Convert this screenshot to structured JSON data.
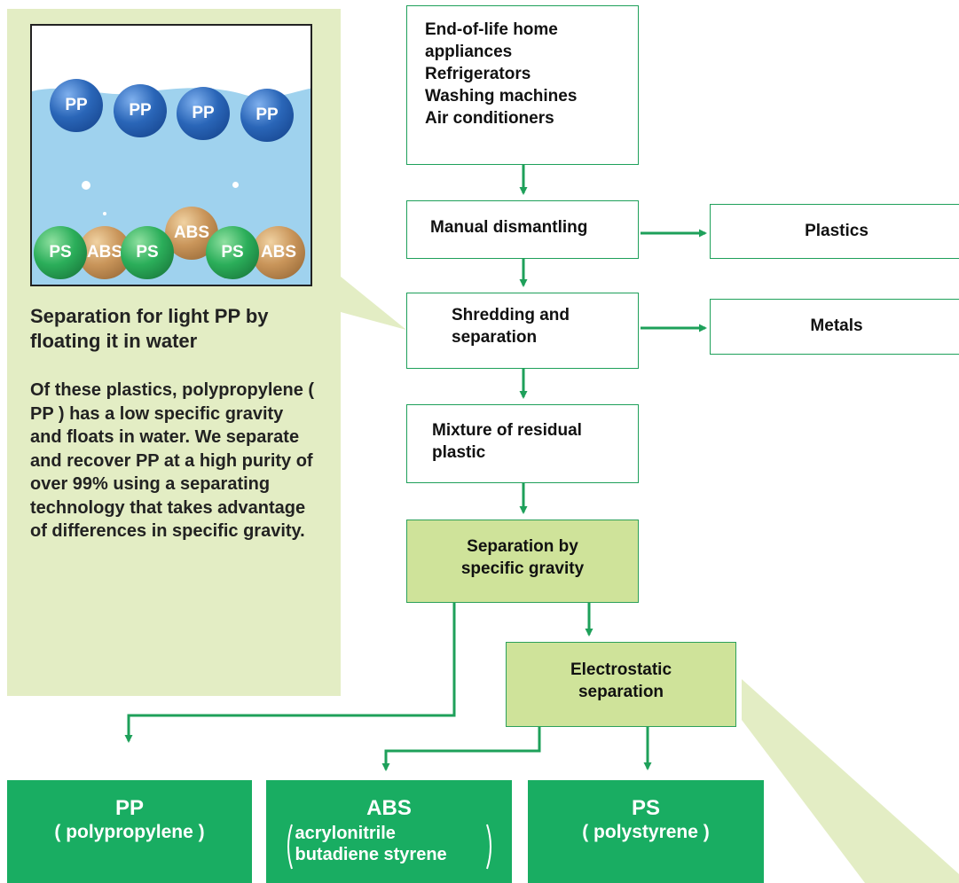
{
  "illustration": {
    "pp_label": "PP",
    "ps_label": "PS",
    "abs_label": "ABS"
  },
  "side_panel": {
    "caption": "Separation for light PP by floating it in water",
    "body": "Of these plastics, polypropylene ( PP ) has a low specific gravity and floats in water. We separate and recover PP at a high purity of over 99% using a separating technology that takes advantage of differences in specific gravity."
  },
  "flow": {
    "input": {
      "title": "End-of-life home appliances",
      "items": [
        "Refrigerators",
        "Washing machines",
        "Air conditioners"
      ]
    },
    "manual_dismantling": "Manual dismantling",
    "plastics": "Plastics",
    "shredding": "Shredding and separation",
    "metals": "Metals",
    "mixture": "Mixture of residual plastic",
    "gravity_separation": "Separation by specific gravity",
    "electrostatic_separation": "Electrostatic separation"
  },
  "outputs": {
    "pp": {
      "name": "PP",
      "desc": "( polypropylene )"
    },
    "abs": {
      "name": "ABS",
      "desc_line1": "acrylonitrile",
      "desc_line2": "butadiene styrene"
    },
    "ps": {
      "name": "PS",
      "desc": "( polystyrene )"
    }
  },
  "colors": {
    "arrow_green": "#1ea05a",
    "panel_bg": "#e3edc4",
    "process_highlight": "#cfe39a",
    "output_green": "#19ad62",
    "water_blue": "#9fd2ee"
  }
}
